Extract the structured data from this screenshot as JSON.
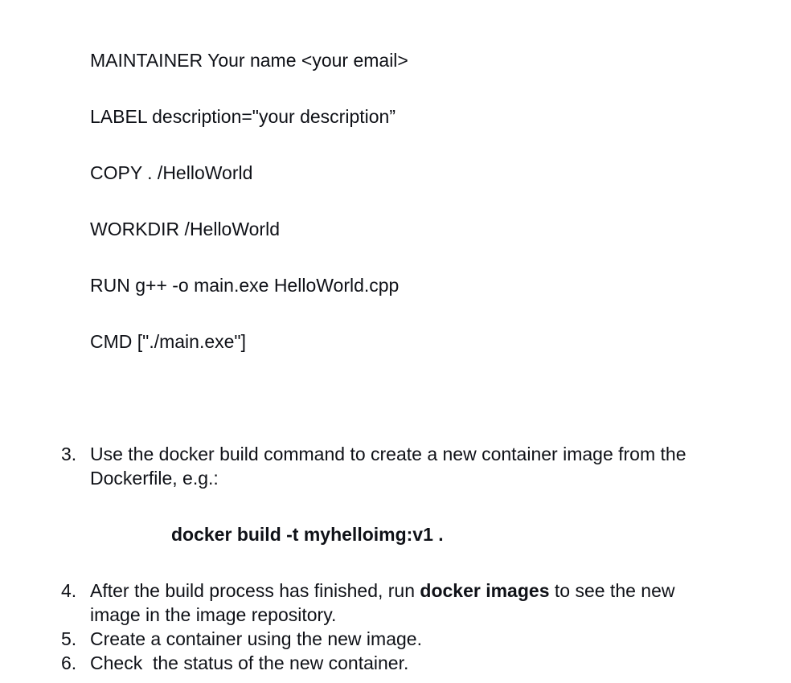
{
  "dockerfile_lines": [
    "MAINTAINER Your name <your email>",
    "LABEL description=\"your description”",
    "COPY . /HelloWorld",
    "WORKDIR /HelloWorld",
    "RUN g++ -o main.exe HelloWorld.cpp",
    "CMD [\"./main.exe\"]"
  ],
  "steps": [
    {
      "number": "3.",
      "line1": "Use the docker build command to create a new container image from the",
      "line2": "Dockerfile, e.g.:",
      "command": "docker build -t myhelloimg:v1 ."
    },
    {
      "number": "4.",
      "line1_before": "After the build process has finished, run ",
      "line1_bold": "docker images",
      "line1_after": " to see the new",
      "line2": "image in the image repository."
    },
    {
      "number": "5.",
      "text": "Create a container using the new image."
    },
    {
      "number": "6.",
      "text": "Check  the status of the new container."
    }
  ],
  "colors": {
    "text": "#0f1117",
    "background": "#ffffff"
  }
}
